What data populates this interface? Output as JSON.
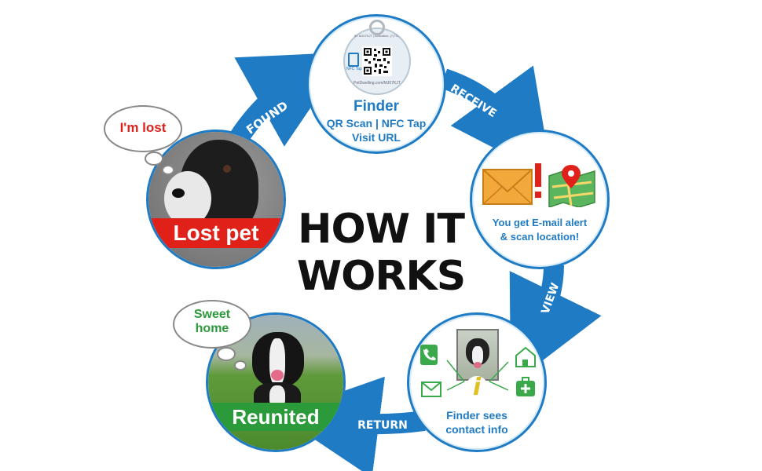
{
  "title": {
    "line1": "HOW IT",
    "line2": "WORKS"
  },
  "arrows": {
    "found": "FOUND",
    "receive": "RECEIVE",
    "view": "VIEW",
    "return": "RETURN"
  },
  "finder": {
    "heading": "Finder",
    "line1": "QR Scan | NFC Tap",
    "line2": "Visit URL",
    "tag_text_top": "ID: MJ07KJT | Activation: (7)73...",
    "tag_text_bottom": "PetDwelling.com/MJ07KJT",
    "nfc_label": "NFC Tap"
  },
  "alert": {
    "line1": "You get E-mail alert",
    "line2": "& scan location!"
  },
  "contact": {
    "line1": "Finder sees",
    "line2": "contact info"
  },
  "lost": {
    "label": "Lost pet",
    "bubble": "I'm lost"
  },
  "reunited": {
    "label": "Reunited",
    "bubble_line1": "Sweet",
    "bubble_line2": "home"
  },
  "colors": {
    "blue": "#1f7bc4",
    "red": "#e0211a",
    "green": "#2b9a3a",
    "dark": "#111111"
  }
}
